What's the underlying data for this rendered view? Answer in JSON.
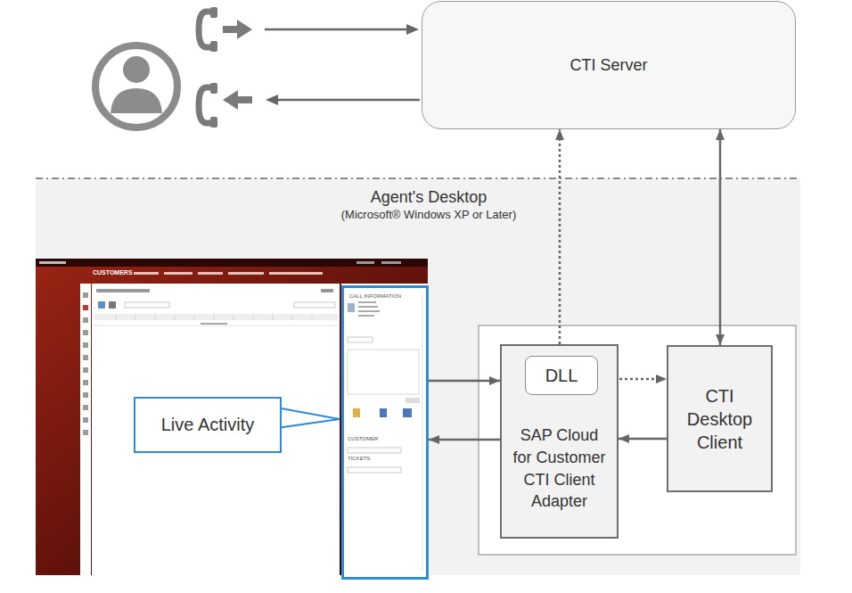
{
  "diagram": {
    "nodes": [
      {
        "text": [
          "CTI Server"
        ]
      },
      {
        "text": [
          "Agent's Desktop",
          "(Microsoft® Windows XP or Later)"
        ]
      },
      {
        "text": [
          "CALL INFORMATION",
          "CUSTOMER",
          "TICKETS"
        ],
        "in": 1
      },
      {
        "text": [
          "Live Activity"
        ],
        "in": 1
      },
      {
        "text": [
          "SAP Cloud for Customer CTI Client Adapter"
        ],
        "in": 1
      },
      {
        "text": [
          "DLL"
        ],
        "in": 4
      },
      {
        "text": [
          "CTI Desktop Client"
        ],
        "in": 1
      }
    ],
    "edges": [
      {
        "from": 4,
        "to": 0,
        "arrow": "to"
      },
      {
        "from": 6,
        "to": 0,
        "arrow": "both"
      },
      {
        "from": 2,
        "to": 4,
        "arrow": "to"
      },
      {
        "from": 4,
        "to": 2,
        "arrow": "to"
      },
      {
        "from": 5,
        "to": 6,
        "arrow": "to"
      },
      {
        "from": 6,
        "to": 4,
        "arrow": "to"
      }
    ],
    "labels": [
      "CUSTOMERS"
    ]
  }
}
